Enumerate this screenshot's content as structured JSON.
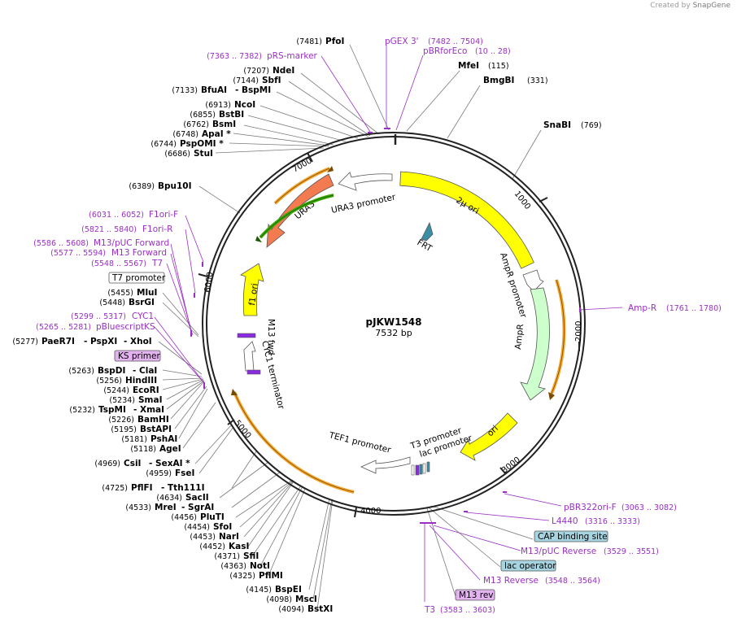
{
  "watermark": {
    "created_by": "Created by",
    "brand": "SnapGene"
  },
  "plasmid": {
    "name": "pJKW1548",
    "size": "7532 bp"
  },
  "ticks": [
    "1000",
    "2000",
    "3000",
    "4000",
    "5000",
    "6000",
    "7000"
  ],
  "features": {
    "two_mu_ori": "2µ ori",
    "ampr_promoter": "AmpR promoter",
    "ampr": "AmpR",
    "ori": "ori",
    "frt": "FRT",
    "ura3_promoter": "URA3 promoter",
    "ura3": "URA3",
    "f1_ori": "f1 ori",
    "m13_fwd": "M13 fwd",
    "cyc1_terminator": "CYC1 terminator",
    "tef1_promoter": "TEF1 promoter",
    "t3_promoter": "T3 promoter",
    "lac_promoter": "lac promoter"
  },
  "enzymes_left": [
    {
      "pos": "(7481)",
      "name": "PfoI"
    },
    {
      "pos": "(7207)",
      "name": "NdeI"
    },
    {
      "pos": "(7144)",
      "name": "SbfI"
    },
    {
      "pos": "(7133)",
      "name": "BfuAI",
      "name2": "- BspMI"
    },
    {
      "pos": "(6913)",
      "name": "NcoI"
    },
    {
      "pos": "(6855)",
      "name": "BstBI"
    },
    {
      "pos": "(6762)",
      "name": "BsmI"
    },
    {
      "pos": "(6748)",
      "name": "ApaI *"
    },
    {
      "pos": "(6744)",
      "name": "PspOMI *"
    },
    {
      "pos": "(6686)",
      "name": "StuI"
    },
    {
      "pos": "(6389)",
      "name": "Bpu10I"
    },
    {
      "pos": "(5455)",
      "name": "MluI"
    },
    {
      "pos": "(5448)",
      "name": "BsrGI"
    },
    {
      "pos": "(5277)",
      "name": "PaeR7I",
      "name2": "- PspXI",
      "name3": "- XhoI"
    },
    {
      "pos": "(5263)",
      "name": "BspDI",
      "name2": "- ClaI"
    },
    {
      "pos": "(5256)",
      "name": "HindIII"
    },
    {
      "pos": "(5244)",
      "name": "EcoRI"
    },
    {
      "pos": "(5234)",
      "name": "SmaI"
    },
    {
      "pos": "(5232)",
      "name": "TspMI",
      "name2": "- XmaI"
    },
    {
      "pos": "(5226)",
      "name": "BamHI"
    },
    {
      "pos": "(5195)",
      "name": "BstAPI"
    },
    {
      "pos": "(5181)",
      "name": "PshAI"
    },
    {
      "pos": "(5118)",
      "name": "AgeI"
    },
    {
      "pos": "(4969)",
      "name": "CsiI",
      "name2": "- SexAI *"
    },
    {
      "pos": "(4959)",
      "name": "FseI"
    },
    {
      "pos": "(4725)",
      "name": "PflFI",
      "name2": "- Tth111I"
    },
    {
      "pos": "(4634)",
      "name": "SacII"
    },
    {
      "pos": "(4533)",
      "name": "MreI",
      "name2": "- SgrAI"
    },
    {
      "pos": "(4456)",
      "name": "PluTI"
    },
    {
      "pos": "(4454)",
      "name": "SfoI"
    },
    {
      "pos": "(4453)",
      "name": "NarI"
    },
    {
      "pos": "(4452)",
      "name": "KasI"
    },
    {
      "pos": "(4371)",
      "name": "SfiI"
    },
    {
      "pos": "(4363)",
      "name": "NotI"
    },
    {
      "pos": "(4325)",
      "name": "PflMI"
    },
    {
      "pos": "(4145)",
      "name": "BspEI"
    },
    {
      "pos": "(4098)",
      "name": "MscI"
    },
    {
      "pos": "(4094)",
      "name": "BstXI"
    }
  ],
  "enzymes_right": [
    {
      "name": "MfeI",
      "pos": "(115)"
    },
    {
      "name": "BmgBI",
      "pos": "(331)"
    },
    {
      "name": "SnaBI",
      "pos": "(769)"
    }
  ],
  "primers": [
    {
      "name": "pGEX 3'",
      "pos": "(7482 .. 7504)"
    },
    {
      "name": "pBRforEco",
      "pos": "(10 .. 28)"
    },
    {
      "name": "pRS-marker",
      "pos": "(7363 .. 7382)"
    },
    {
      "name": "F1ori-F",
      "pos": "(6031 .. 6052)"
    },
    {
      "name": "F1ori-R",
      "pos": "(5821 .. 5840)"
    },
    {
      "name": "M13/pUC Forward",
      "pos": "(5586 .. 5608)"
    },
    {
      "name": "M13 Forward",
      "pos": "(5577 .. 5594)"
    },
    {
      "name": "T7",
      "pos": "(5548 .. 5567)"
    },
    {
      "name": "CYC1",
      "pos": "(5299 .. 5317)"
    },
    {
      "name": "pBluescriptKS",
      "pos": "(5265 .. 5281)"
    },
    {
      "name": "Amp-R",
      "pos": "(1761 .. 1780)"
    },
    {
      "name": "pBR322ori-F",
      "pos": "(3063 .. 3082)"
    },
    {
      "name": "L4440",
      "pos": "(3316 .. 3333)"
    },
    {
      "name": "M13/pUC Reverse",
      "pos": "(3529 .. 3551)"
    },
    {
      "name": "M13 Reverse",
      "pos": "(3548 .. 3564)"
    },
    {
      "name": "T3",
      "pos": "(3583 .. 3603)"
    }
  ],
  "boxed": {
    "t7_promoter": "T7 promoter",
    "ks_primer": "KS primer",
    "cap_site": "CAP binding site",
    "lac_operator": "lac operator",
    "m13_rev": "M13 rev"
  },
  "colors": {
    "backbone": "#222222",
    "primer": "#9a2fc6",
    "yellow": "#ffff00",
    "ura3": "#f47a50",
    "ampr": "#ccffcc",
    "orf": "#f4a52c",
    "green_orf": "#39a800",
    "frt": "#3a8ea6",
    "boxed_teal": "#a6d4e0",
    "boxed_violet": "#e3b3f0"
  }
}
